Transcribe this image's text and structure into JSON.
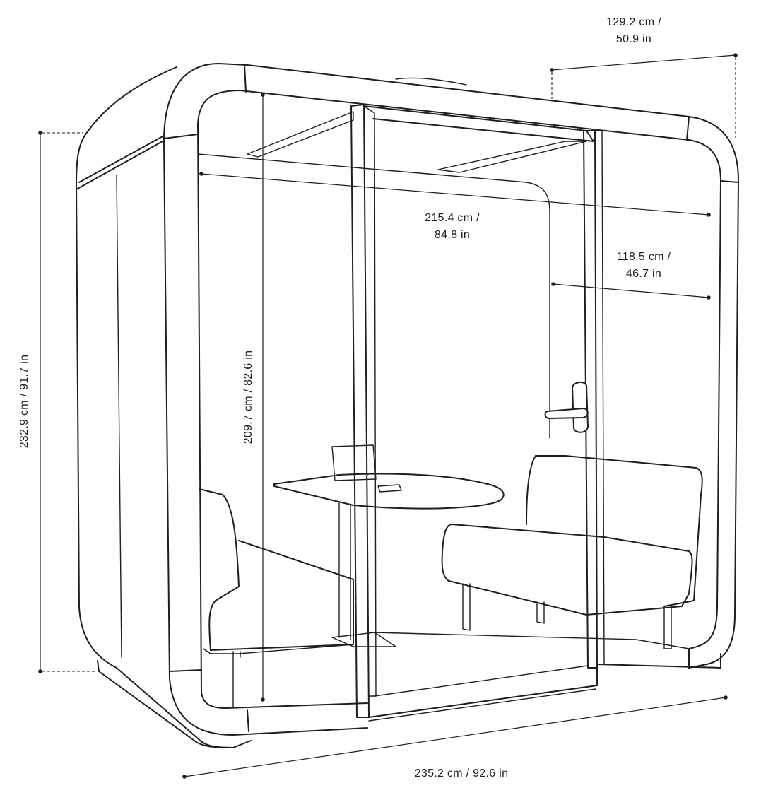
{
  "dimensions": {
    "depth_top": {
      "line1": "129.2 cm /",
      "line2": "50.9 in"
    },
    "inner_width": {
      "line1": "215.4 cm /",
      "line2": "84.8 in"
    },
    "inner_depth": {
      "line1": "118.5 cm /",
      "line2": "46.7 in"
    },
    "inner_height": {
      "text": "209.7 cm / 82.6 in"
    },
    "total_height": {
      "text": "232.9 cm / 91.7 in"
    },
    "total_width": {
      "text": "235.2 cm / 92.6 in"
    }
  },
  "colors": {
    "line": "#1e1e1e",
    "background": "#ffffff"
  }
}
